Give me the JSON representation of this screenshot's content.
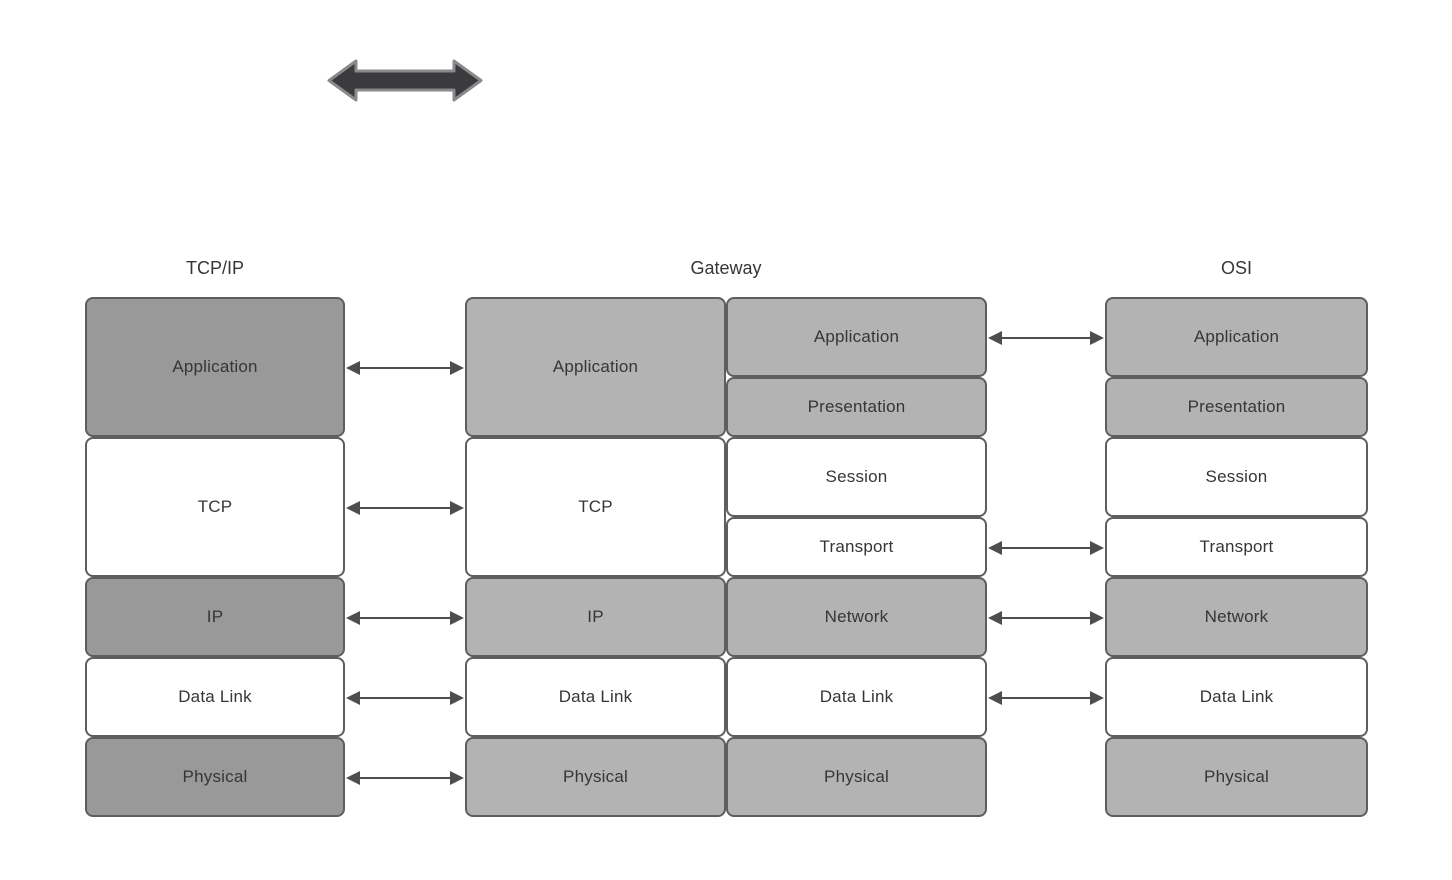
{
  "colors": {
    "canvas_bg": "#ffffff",
    "box_border": "#5e5e5e",
    "dark_gray_fill": "#999999",
    "light_gray_fill": "#b3b3b3",
    "white_fill": "#ffffff",
    "label_text": "#363636",
    "arrow": "#4d4d4d",
    "big_arrow_fill": "#3b3b3d",
    "big_arrow_stroke": "#8a8a8c"
  },
  "icons": {
    "top_glyph": "thick-double-headed-horizontal-arrow",
    "link_glyph": "thin-double-headed-horizontal-arrow"
  },
  "headers": {
    "tcpip": "TCP/IP",
    "gateway": "Gateway",
    "osi": "OSI"
  },
  "stacks": {
    "tcpip": [
      "Application",
      "TCP",
      "IP",
      "Data Link",
      "Physical"
    ],
    "gateway_left": [
      "Application",
      "TCP",
      "IP",
      "Data Link",
      "Physical"
    ],
    "gateway_right": [
      "Application",
      "Presentation",
      "Session",
      "Transport",
      "Network",
      "Data Link",
      "Physical"
    ],
    "osi": [
      "Application",
      "Presentation",
      "Session",
      "Transport",
      "Network",
      "Data Link",
      "Physical"
    ]
  }
}
